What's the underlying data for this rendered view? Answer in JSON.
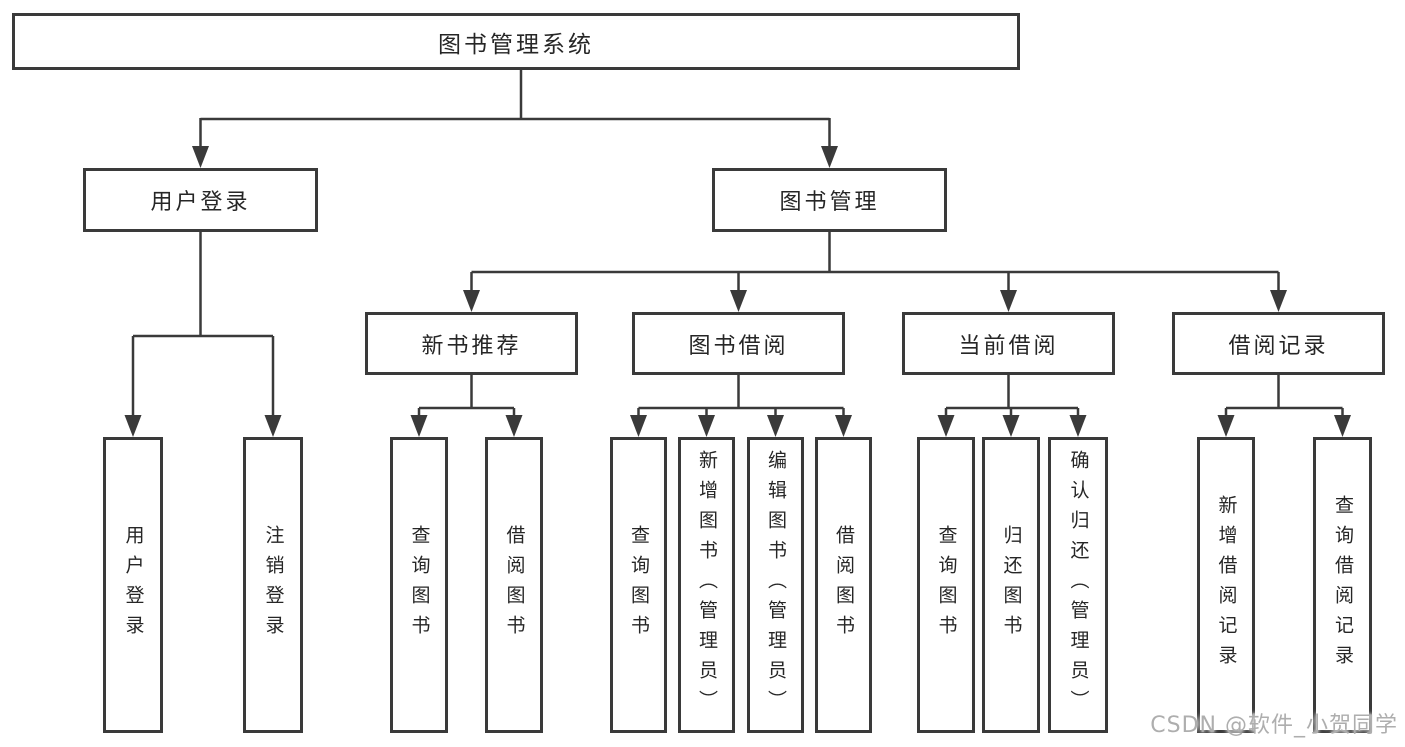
{
  "tree": {
    "root": {
      "label": "图书管理系统",
      "children": [
        {
          "label": "用户登录",
          "children": [
            {
              "label": "用户登录"
            },
            {
              "label": "注销登录"
            }
          ]
        },
        {
          "label": "图书管理",
          "children": [
            {
              "label": "新书推荐",
              "children": [
                {
                  "label": "查询图书"
                },
                {
                  "label": "借阅图书"
                }
              ]
            },
            {
              "label": "图书借阅",
              "children": [
                {
                  "label": "查询图书"
                },
                {
                  "label": "新增图书（管理员）"
                },
                {
                  "label": "编辑图书（管理员）"
                },
                {
                  "label": "借阅图书"
                }
              ]
            },
            {
              "label": "当前借阅",
              "children": [
                {
                  "label": "查询图书"
                },
                {
                  "label": "归还图书"
                },
                {
                  "label": "确认归还（管理员）"
                }
              ]
            },
            {
              "label": "借阅记录",
              "children": [
                {
                  "label": "新增借阅记录"
                },
                {
                  "label": "查询借阅记录"
                }
              ]
            }
          ]
        }
      ]
    }
  },
  "watermark": {
    "text": "CSDN @软件_小贺同学"
  },
  "colors": {
    "background": "#ffffff",
    "line": "#3a3a3a",
    "text": "#262626",
    "watermark": "#aeaeae"
  }
}
